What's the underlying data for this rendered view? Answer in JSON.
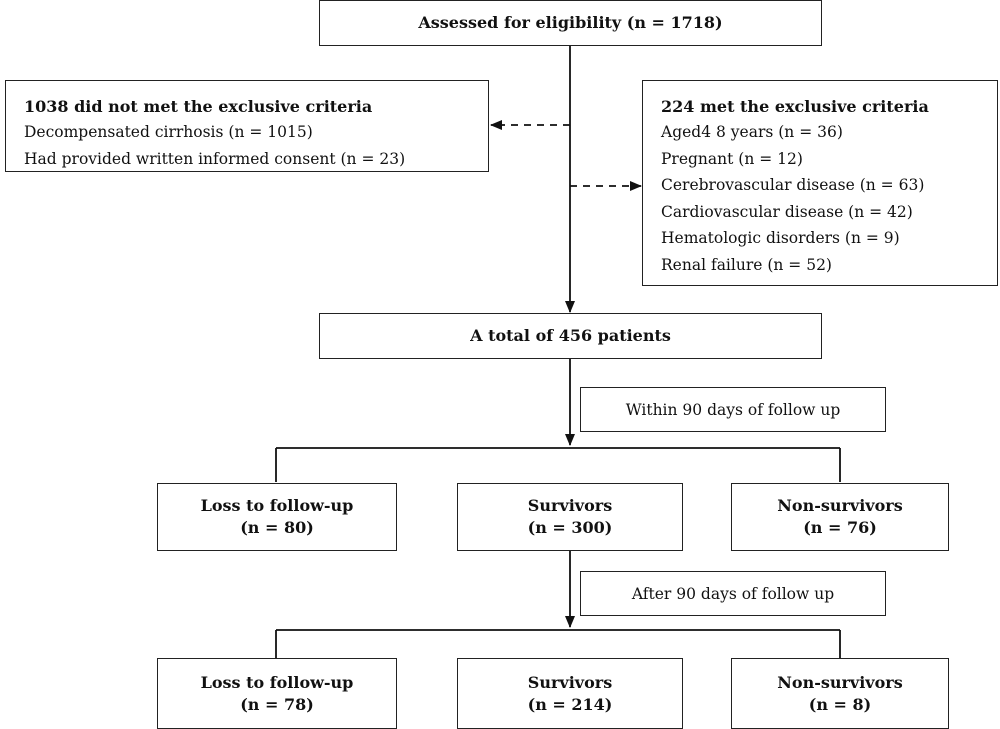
{
  "top": {
    "title": "Assessed for eligibility (n = 1718)"
  },
  "left_excluded": {
    "title": "1038 did not met the exclusive criteria",
    "items": [
      "Decompensated cirrhosis (n = 1015)",
      "Had provided written informed consent (n = 23)"
    ]
  },
  "right_excluded": {
    "title": "224 met the exclusive criteria",
    "items": [
      "Aged4 8 years (n = 36)",
      "Pregnant (n = 12)",
      "Cerebrovascular disease (n = 63)",
      "Cardiovascular disease (n = 42)",
      "Hematologic disorders (n = 9)",
      "Renal failure (n = 52)"
    ]
  },
  "total": {
    "title": "A total of 456 patients"
  },
  "followup1": {
    "label": "Within 90 days of follow up"
  },
  "followup2": {
    "label": "After 90 days of follow up"
  },
  "row1": {
    "loss": {
      "title": "Loss to follow-up",
      "count": "(n = 80)"
    },
    "survivors": {
      "title": "Survivors",
      "count": "(n = 300)"
    },
    "non_survivors": {
      "title": "Non-survivors",
      "count": "(n = 76)"
    }
  },
  "row2": {
    "loss": {
      "title": "Loss to follow-up",
      "count": "(n = 78)"
    },
    "survivors": {
      "title": "Survivors",
      "count": "(n = 214)"
    },
    "non_survivors": {
      "title": "Non-survivors",
      "count": "(n = 8)"
    }
  }
}
